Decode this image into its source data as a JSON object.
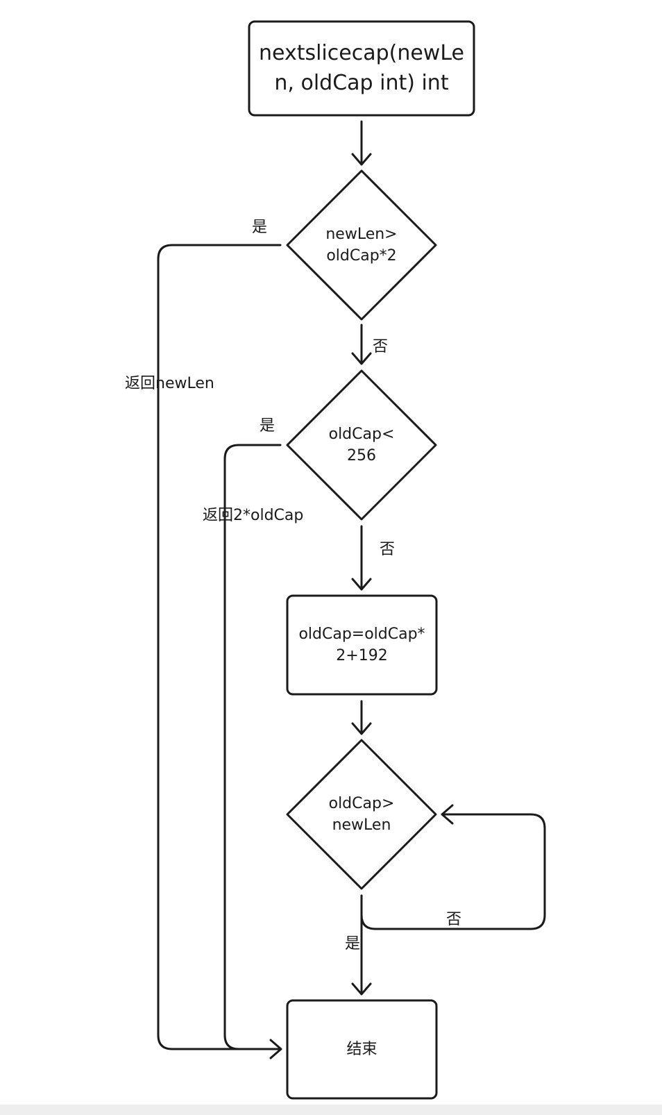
{
  "nodes": {
    "start": {
      "line1": "nextslicecap(newLe",
      "line2": "n, oldCap int) int"
    },
    "decision1": {
      "line1": "newLen>",
      "line2": "oldCap*2"
    },
    "decision2": {
      "line1": "oldCap<",
      "line2": "256"
    },
    "process": {
      "line1": "oldCap=oldCap*",
      "line2": "2+192"
    },
    "decision3": {
      "line1": "oldCap>",
      "line2": "newLen"
    },
    "end": {
      "text": "结束"
    }
  },
  "edge_labels": {
    "d1_yes": "是",
    "d1_no": "否",
    "return_newlen": "返回newLen",
    "d2_yes": "是",
    "d2_no": "否",
    "return_2oldcap": "返回2*oldCap",
    "d3_no": "否",
    "d3_yes": "是"
  },
  "colors": {
    "stroke": "#1a1a1a",
    "background": "#ffffff"
  }
}
